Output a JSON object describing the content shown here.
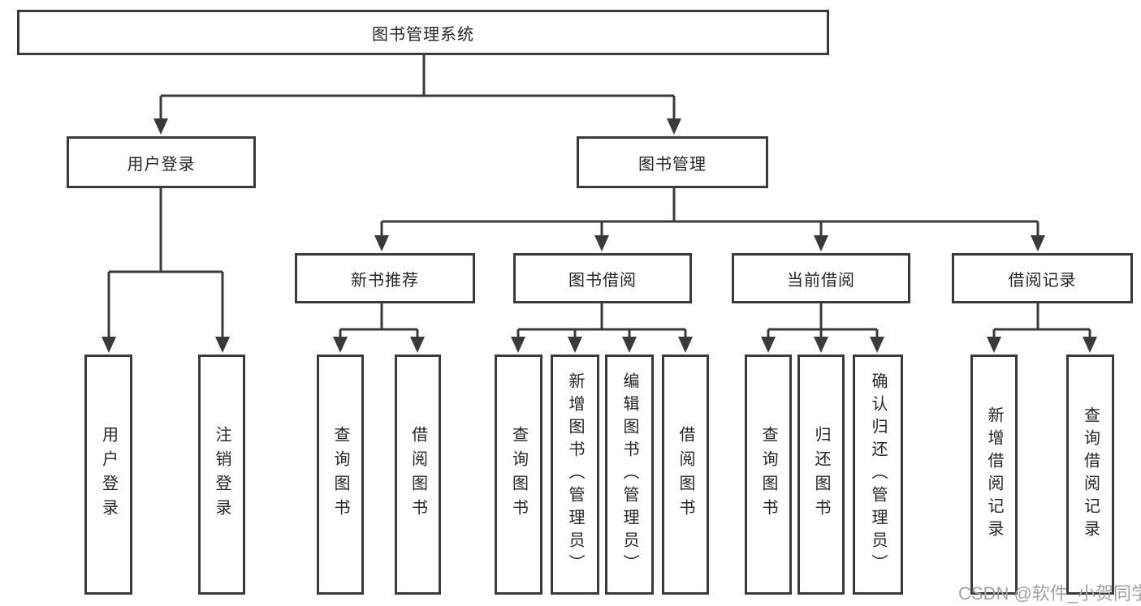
{
  "diagram": {
    "type": "tree",
    "tree": {
      "root": "图书管理系统",
      "level1": [
        {
          "label": "用户登录",
          "children": [
            "用户登录",
            "注销登录"
          ]
        },
        {
          "label": "图书管理",
          "children_modules": [
            "新书推荐",
            "图书借阅",
            "当前借阅",
            "借阅记录"
          ]
        }
      ],
      "level2": [
        {
          "label": "新书推荐",
          "children": [
            "查询图书",
            "借阅图书"
          ]
        },
        {
          "label": "图书借阅",
          "children": [
            "查询图书",
            "新增图书（管理员）",
            "编辑图书（管理员）",
            "借阅图书"
          ]
        },
        {
          "label": "当前借阅",
          "children": [
            "查询图书",
            "归还图书",
            "确认归还（管理员）"
          ]
        },
        {
          "label": "借阅记录",
          "children": [
            "新增借阅记录",
            "查询借阅记录"
          ]
        }
      ]
    },
    "colors": {
      "line": "#3a3a3a",
      "box_border": "#3a3a3a",
      "text": "#262626",
      "watermark": "#a2a2a2",
      "background": "#ffffff"
    }
  },
  "watermark": "CSDN @软件_小贺同学"
}
